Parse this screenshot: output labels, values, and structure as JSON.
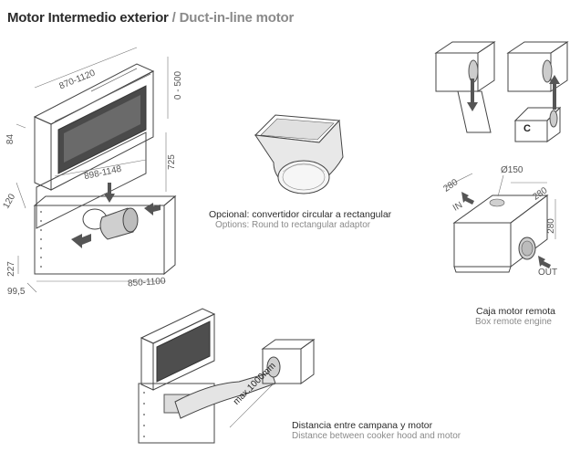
{
  "header": {
    "title_main": "Motor Intermedio exterior",
    "title_sub": "/ Duct-in-line motor"
  },
  "main_unit": {
    "dims": {
      "width_range": "870-1120",
      "height_range": "0 - 500",
      "depth_top": "84",
      "height_body": "725",
      "inner_range": "898-1148",
      "side": "120",
      "bottom": "227",
      "base_depth": "99,5",
      "base_width": "850-1100"
    }
  },
  "adaptor": {
    "caption_es": "Opcional: convertidor circular a rectangular",
    "caption_en": "Options: Round to rectangular adaptor"
  },
  "remote_box": {
    "dims": {
      "width": "280",
      "depth": "280",
      "height": "280",
      "diameter": "Ø150"
    },
    "labels": {
      "in": "IN",
      "out": "OUT",
      "c": "C"
    },
    "caption_es": "Caja motor remota",
    "caption_en": "Box remote engine"
  },
  "distance": {
    "label": "max.1000mm",
    "caption_es": "Distancia entre campana y motor",
    "caption_en": "Distance between cooker hood and motor"
  }
}
